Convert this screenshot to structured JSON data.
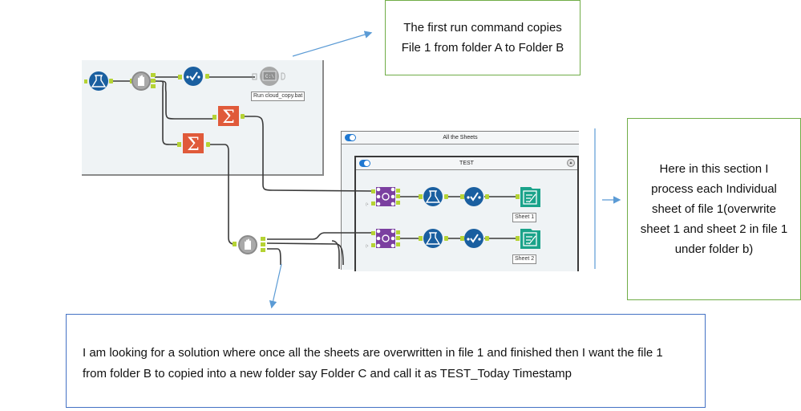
{
  "callouts": {
    "top": "The first run command copies File 1 from folder A to Folder B",
    "right": "Here in this section I process each Individual sheet of file 1(overwrite sheet 1 and sheet 2 in file 1 under folder b)",
    "bottom": "I am looking for a solution where once all the sheets are overwritten in file 1 and finished then I want the file 1 from folder B to copied into a new folder say Folder C and call it as TEST_Today Timestamp"
  },
  "workflow": {
    "run_command_label": "Run cloud_copy.bat",
    "outer_container_title": "All the Sheets",
    "inner_container_title": "TEST",
    "outputs": [
      {
        "label": "Sheet 1"
      },
      {
        "label": "Sheet 2"
      }
    ]
  },
  "colors": {
    "formula_tool": "#1a5fa0",
    "select_tool": "#1a5fa0",
    "block_until_done": "#9e9e9e",
    "summarize_tool": "#e05a3a",
    "join_tool": "#7b3fa0",
    "output_tool": "#1aa38a",
    "anchor": "#b5d334",
    "callout_green": "#70ad47",
    "callout_blue": "#4472c4",
    "arrow": "#5b9bd5"
  }
}
